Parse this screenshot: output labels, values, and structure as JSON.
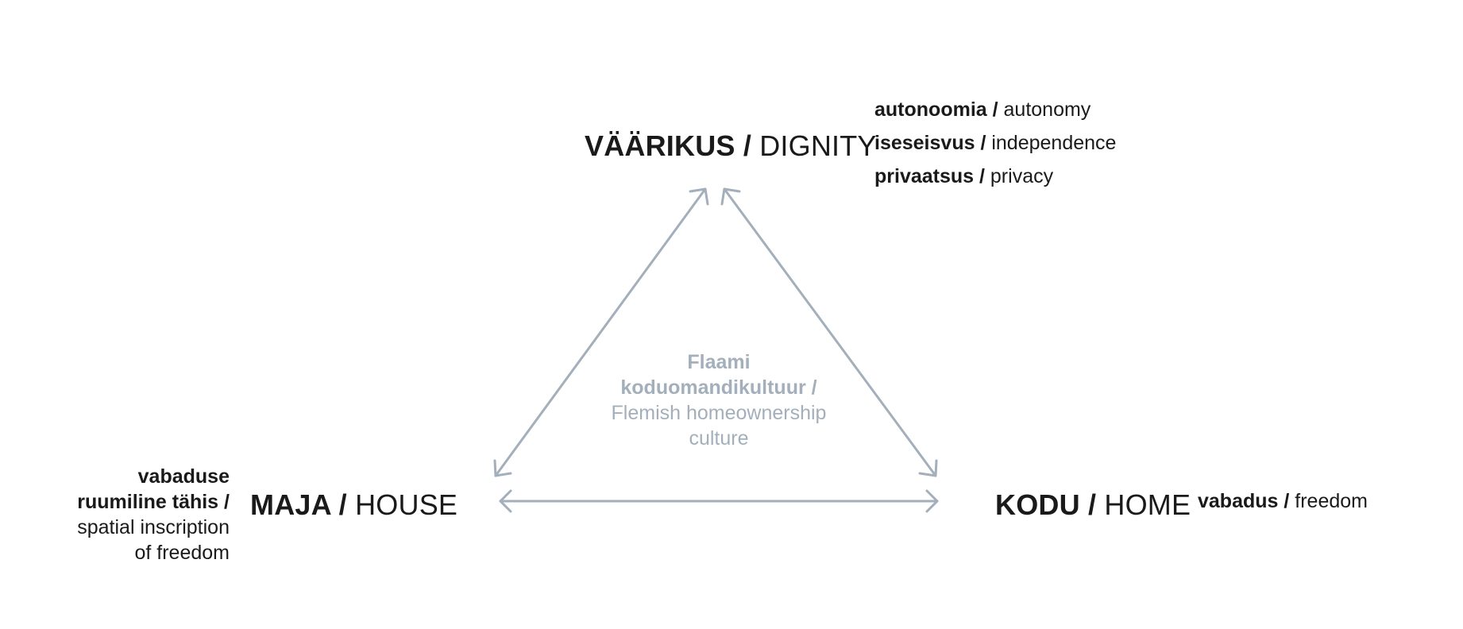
{
  "nodes": {
    "dignity": {
      "et": "VÄÄRIKUS",
      "sep": " / ",
      "en": "DIGNITY"
    },
    "house": {
      "et": "MAJA",
      "sep": " / ",
      "en": "HOUSE"
    },
    "home": {
      "et": "KODU",
      "sep": " / ",
      "en": "HOME"
    }
  },
  "dignity_attributes": [
    {
      "et": "autonoomia",
      "sep": " / ",
      "en": "autonomy"
    },
    {
      "et": "iseseisvus",
      "sep": " / ",
      "en": "independence"
    },
    {
      "et": "privaatsus",
      "sep": " / ",
      "en": "privacy"
    }
  ],
  "house_attribute": {
    "et_line1": "vabaduse",
    "et_line2": "ruumiline tähis",
    "sep": " /",
    "en_line1": "spatial inscription",
    "en_line2": "of freedom"
  },
  "home_attribute": {
    "et": "vabadus",
    "sep": " / ",
    "en": "freedom"
  },
  "center": {
    "et_line1": "Flaami",
    "et_line2": "koduomandikultuur",
    "sep": " /",
    "en_line1": "Flemish homeownership",
    "en_line2": "culture"
  },
  "colors": {
    "text": "#1a1a1a",
    "arrow": "#a3afbb",
    "center_text": "#a3afbb"
  }
}
